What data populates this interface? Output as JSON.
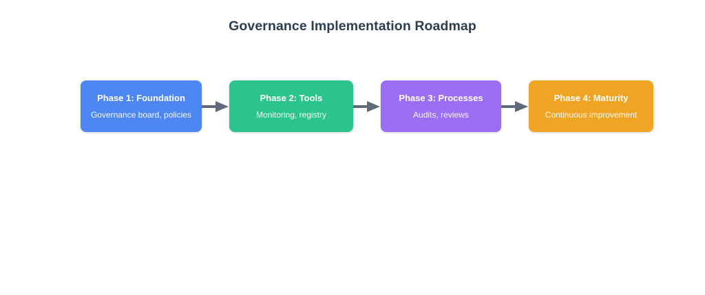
{
  "diagram": {
    "title": "Governance Implementation Roadmap",
    "type": "flowchart-horizontal",
    "title_color": "#2c3e50",
    "background_color": "#ffffff",
    "arrow_color": "#5f6b7a",
    "arrow_icon": "right-arrow-icon",
    "phases": [
      {
        "title": "Phase 1: Foundation",
        "subtitle": "Governance board, policies",
        "color": "#4e86f2"
      },
      {
        "title": "Phase 2: Tools",
        "subtitle": "Monitoring, registry",
        "color": "#2bc48a"
      },
      {
        "title": "Phase 3: Processes",
        "subtitle": "Audits, reviews",
        "color": "#9b6ef3"
      },
      {
        "title": "Phase 4: Maturity",
        "subtitle": "Continuous improvement",
        "color": "#f0a424"
      }
    ]
  }
}
